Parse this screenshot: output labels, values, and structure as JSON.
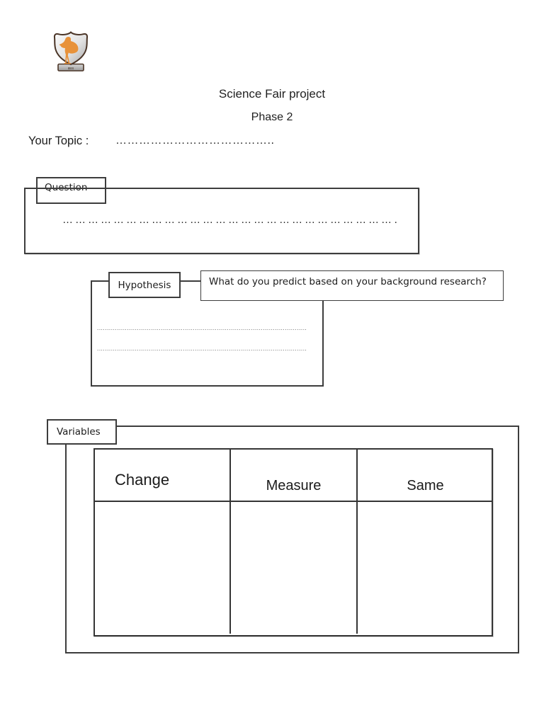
{
  "page": {
    "title_line1": "Science Fair project",
    "title_line2": "Phase 2",
    "topic_label": "Your Topic :",
    "topic_dots": "………………………………….."
  },
  "logo": {
    "name": "school-crest-ibis",
    "crest_text": "IBIS",
    "bird_color": "#e8923a",
    "outline_color": "#4a3426",
    "shield_silver_light": "#fbfbfb",
    "shield_silver_dark": "#a8a8a8"
  },
  "question": {
    "label": "Question",
    "dots": "……………………………………………………………………….."
  },
  "hypothesis": {
    "label": "Hypothesis",
    "prompt": "What do you predict based on your background research?",
    "dots_line1": "......................................................................................................................................................",
    "dots_line2": "......................................................................................................................................................"
  },
  "variables": {
    "label": "Variables",
    "table": {
      "columns": [
        "Change",
        "Measure",
        "Same"
      ],
      "rows": [
        [
          "",
          "",
          ""
        ]
      ]
    }
  }
}
